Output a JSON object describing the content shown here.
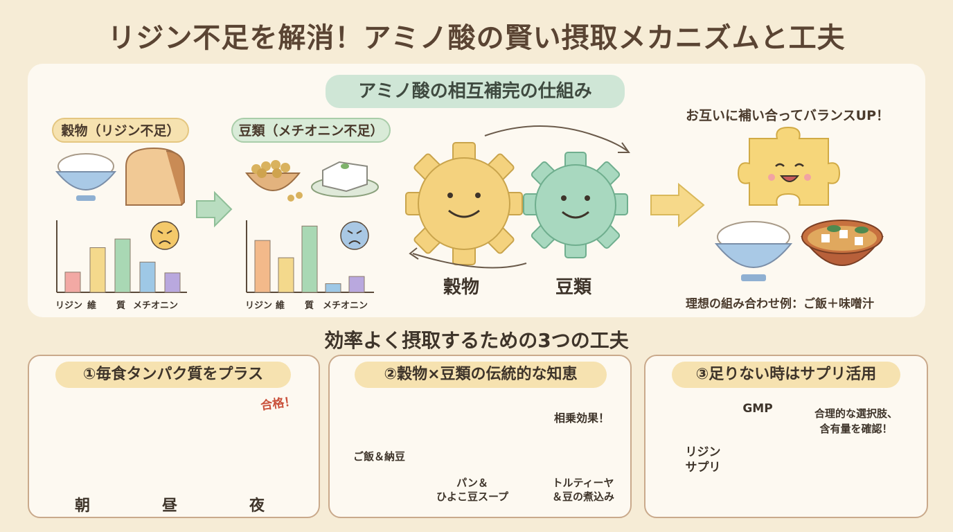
{
  "title": "リジン不足を解消！アミノ酸の賢い摂取メカニズムと工夫",
  "mechanism": {
    "heading": "アミノ酸の相互補完の仕組み",
    "grain_label": "穀物（リジン不足）",
    "bean_label": "豆類（メチオニン不足）",
    "gear_left": "穀物",
    "gear_right": "豆類",
    "balance_text": "お互いに補い合ってバランスUP！",
    "ideal_example": "理想の組み合わせ例：ご飯＋味噌汁",
    "chart_axis_labels": [
      "リジン",
      "維",
      "質",
      "メチオニン"
    ]
  },
  "chart_data": [
    {
      "type": "bar",
      "categories": [
        "リジン",
        "維",
        "質",
        "メチオニン"
      ],
      "values": [
        28,
        62,
        74,
        42,
        27
      ],
      "colors": [
        "#f2a9a4",
        "#f4d98c",
        "#a9d8b4",
        "#9ec8e6",
        "#b9a8de"
      ]
    },
    {
      "type": "bar",
      "categories": [
        "リジン",
        "維",
        "質",
        "メチオニン"
      ],
      "values": [
        72,
        48,
        92,
        12,
        22
      ],
      "colors": [
        "#f3b98a",
        "#f4d98c",
        "#a9d8b4",
        "#9ec8e6",
        "#b9a8de"
      ]
    }
  ],
  "tips_heading": "効率よく摂取するための3つの工夫",
  "tips": {
    "tip1": {
      "title": "①毎食タンパク質をプラス",
      "badge": "合格！",
      "meals": [
        "朝",
        "昼",
        "夜"
      ]
    },
    "tip2": {
      "title": "②穀物×豆類の伝統的な知恵",
      "combo1": "ご飯＆納豆",
      "combo2": "パン＆\nひよこ豆スープ",
      "combo2_line1": "パン＆",
      "combo2_line2": "ひよこ豆スープ",
      "combo3_line1": "トルティーヤ",
      "combo3_line2": "＆豆の煮込み",
      "bubble": "相乗効果！"
    },
    "tip3": {
      "title": "③足りない時はサプリ活用",
      "bottle_line1": "リジン",
      "bottle_line2": "サプリ",
      "gmp": "GMP",
      "bubble_line1": "合理的な選択肢、",
      "bubble_line2": "含有量を確認！"
    }
  },
  "colors": {
    "background": "#f6ecd6",
    "panel": "#fdf9f1",
    "gear_grain": "#f4d27e",
    "gear_bean": "#a8d8bf",
    "arrow_green": "#b9ddc0",
    "arrow_yellow": "#f6d98a",
    "arrow_salmon": "#f3a98a"
  }
}
